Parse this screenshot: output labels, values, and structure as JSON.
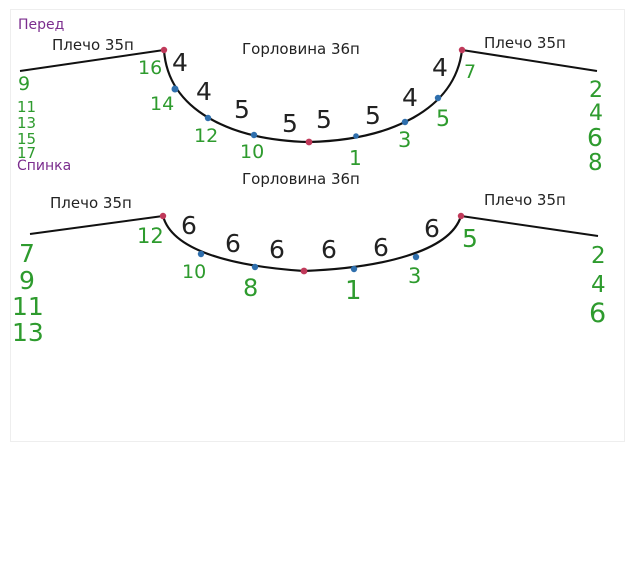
{
  "front": {
    "title": "Перед",
    "shoulder_left": "Плечо 35п",
    "shoulder_right": "Плечо 35п",
    "neckline": "Горловина 36п",
    "left_sizes": [
      "9",
      "11",
      "13",
      "15",
      "17"
    ],
    "right_sizes": [
      "2",
      "4",
      "6",
      "8"
    ],
    "curve_counts": [
      "4",
      "4",
      "5",
      "5",
      "5",
      "5",
      "4",
      "4"
    ],
    "curve_rows": [
      "16",
      "14",
      "12",
      "10",
      "1",
      "3",
      "5",
      "7"
    ]
  },
  "back": {
    "title": "Спинка",
    "shoulder_left": "Плечо 35п",
    "shoulder_right": "Плечо 35п",
    "neckline": "Горловина 36п",
    "left_sizes": [
      "7",
      "9",
      "11",
      "13"
    ],
    "right_sizes": [
      "2",
      "4",
      "6"
    ],
    "curve_counts": [
      "6",
      "6",
      "6",
      "6",
      "6",
      "6"
    ],
    "curve_rows": [
      "12",
      "10",
      "8",
      "1",
      "3",
      "5"
    ]
  },
  "colors": {
    "line": "#111111",
    "dot_end": "#c0395a",
    "dot_mid": "#2f6fad",
    "green": "#2e9b2e",
    "purple": "#7b2d8e"
  }
}
